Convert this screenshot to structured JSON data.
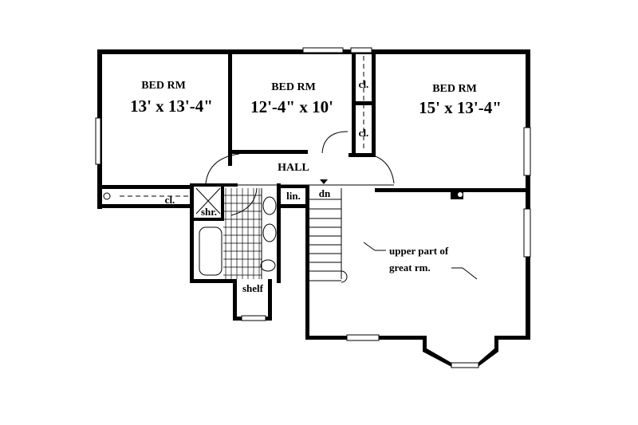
{
  "rooms": {
    "bed1": {
      "name": "BED RM",
      "size": "13' x 13'-4\""
    },
    "bed2": {
      "name": "BED RM",
      "size": "12'-4\" x 10'"
    },
    "bed3": {
      "name": "BED RM",
      "size": "15' x 13'-4\""
    },
    "hall": "HALL",
    "closet_top": "cl.",
    "closet_mid": "cl.",
    "closet_left": "cl.",
    "shower": "shr.",
    "linen": "lin.",
    "stairs": "dn",
    "shelf": "shelf",
    "great_room_line1": "upper part of",
    "great_room_line2": "great rm."
  },
  "colors": {
    "ink": "#000000",
    "paper": "#ffffff"
  }
}
